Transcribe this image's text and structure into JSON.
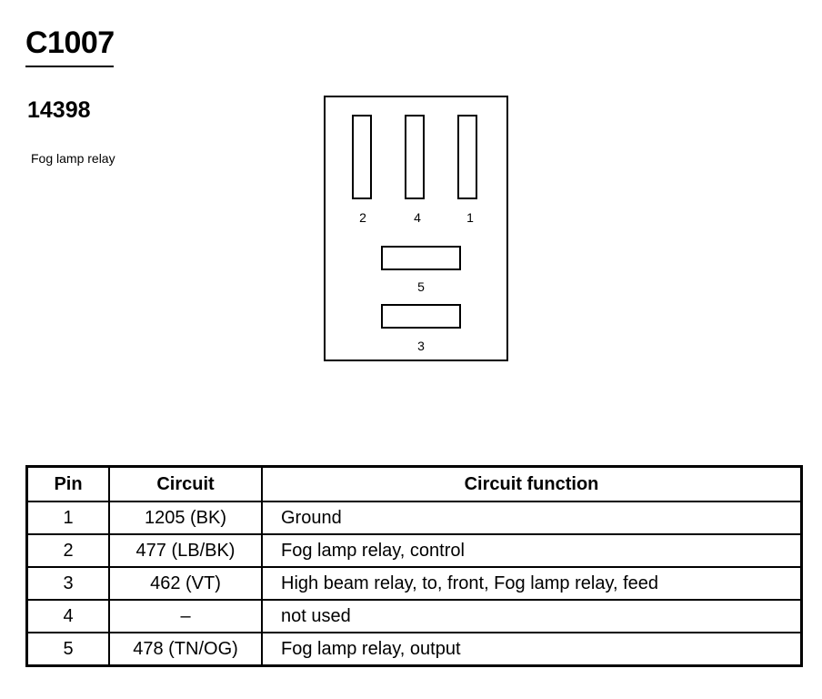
{
  "connector": {
    "id": "C1007",
    "part_number": "14398",
    "component": "Fog lamp relay"
  },
  "connector_face": {
    "pin_labels": [
      "2",
      "4",
      "1",
      "5",
      "3"
    ]
  },
  "table": {
    "headers": {
      "pin": "Pin",
      "circuit": "Circuit",
      "function": "Circuit function"
    },
    "rows": [
      {
        "pin": "1",
        "circuit": "1205 (BK)",
        "function": "Ground"
      },
      {
        "pin": "2",
        "circuit": "477 (LB/BK)",
        "function": "Fog lamp relay, control"
      },
      {
        "pin": "3",
        "circuit": "462 (VT)",
        "function": "High beam relay, to, front, Fog lamp relay, feed"
      },
      {
        "pin": "4",
        "circuit": "–",
        "function": "not used"
      },
      {
        "pin": "5",
        "circuit": "478 (TN/OG)",
        "function": "Fog lamp relay, output"
      }
    ]
  }
}
